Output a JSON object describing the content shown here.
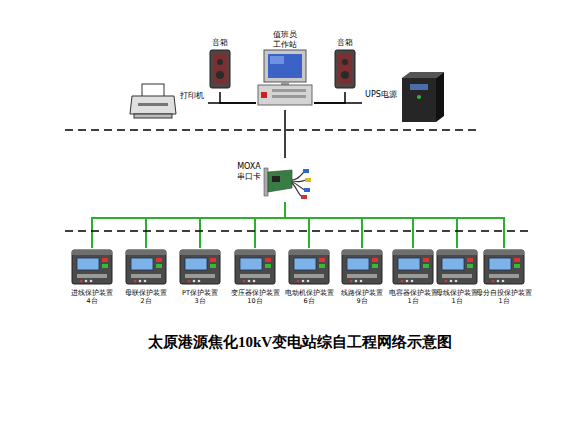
{
  "diagram": {
    "caption": "太原港源焦化10kV变电站综自工程网络示意图",
    "nodes": [
      {
        "text": [
          "值班员 工作站"
        ]
      },
      {
        "text": [
          "音箱"
        ]
      },
      {
        "text": [
          "音箱"
        ]
      },
      {
        "text": [
          "打印机"
        ]
      },
      {
        "text": [
          "UPS电源"
        ]
      },
      {
        "text": [
          "MOXA 串口卡"
        ]
      },
      {
        "text": [
          "进线保护装置 4台"
        ]
      },
      {
        "text": [
          "母联保护装置 2台"
        ]
      },
      {
        "text": [
          "PT保护装置 3台"
        ]
      },
      {
        "text": [
          "变压器保护装置 10台"
        ]
      },
      {
        "text": [
          "电动机保护装置 6台"
        ]
      },
      {
        "text": [
          "线路保护装置 9台"
        ]
      },
      {
        "text": [
          "电容器保护装置 1台"
        ]
      },
      {
        "text": [
          "母线保护装置 1台"
        ]
      },
      {
        "text": [
          "母分自投保护装置 1台"
        ]
      }
    ],
    "edges": [
      {
        "from": 3,
        "to": 0,
        "arrow": "none"
      },
      {
        "from": 1,
        "to": 0,
        "arrow": "none"
      },
      {
        "from": 2,
        "to": 0,
        "arrow": "none"
      },
      {
        "from": 4,
        "to": 0,
        "arrow": "none"
      },
      {
        "from": 0,
        "to": 5,
        "arrow": "none"
      },
      {
        "from": 5,
        "to": 6,
        "arrow": "none"
      },
      {
        "from": 5,
        "to": 7,
        "arrow": "none"
      },
      {
        "from": 5,
        "to": 8,
        "arrow": "none"
      },
      {
        "from": 5,
        "to": 9,
        "arrow": "none"
      },
      {
        "from": 5,
        "to": 10,
        "arrow": "none"
      },
      {
        "from": 5,
        "to": 11,
        "arrow": "none"
      },
      {
        "from": 5,
        "to": 12,
        "arrow": "none"
      },
      {
        "from": 5,
        "to": 13,
        "arrow": "none"
      },
      {
        "from": 5,
        "to": 14,
        "arrow": "none"
      }
    ]
  }
}
